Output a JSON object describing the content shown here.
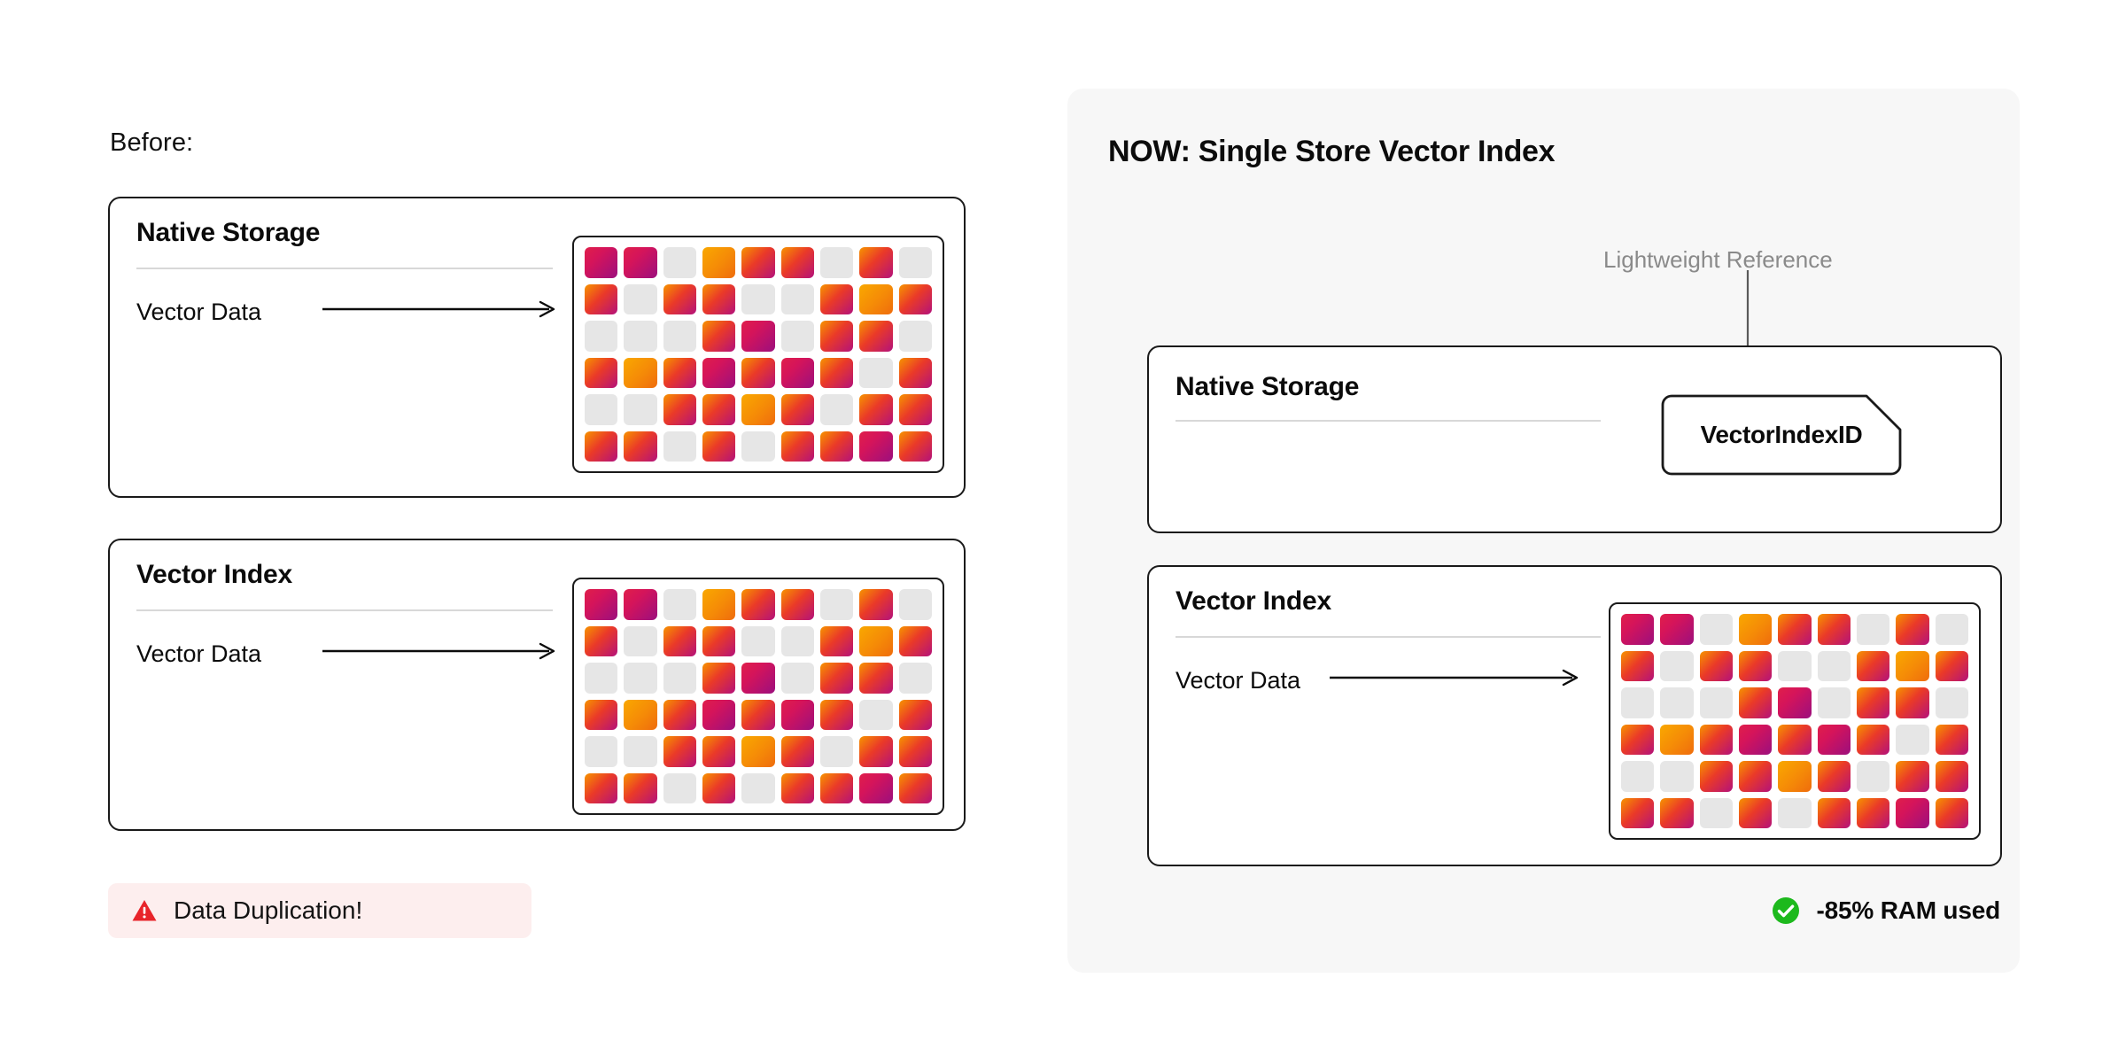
{
  "before": {
    "label": "Before:",
    "cards": [
      {
        "title": "Native Storage",
        "row_label": "Vector Data"
      },
      {
        "title": "Vector Index",
        "row_label": "Vector Data"
      }
    ],
    "badge": {
      "icon": "warning-triangle-icon",
      "text": "Data Duplication!",
      "bg": "#fdeeee",
      "icon_color": "#e8242a"
    }
  },
  "now": {
    "title": "NOW: Single Store Vector Index",
    "annotation": "Lightweight Reference",
    "panel_bg": "#f7f7f7",
    "cards": [
      {
        "title": "Native Storage",
        "row_label": ""
      },
      {
        "title": "Vector Index",
        "row_label": "Vector Data"
      }
    ],
    "tag": {
      "label": "VectorIndexID"
    },
    "badge": {
      "icon": "check-circle-icon",
      "text": "-85% RAM used",
      "icon_color": "#1db91d"
    }
  },
  "colors": {
    "crimson": "#d5145a",
    "orange": "#f58a07",
    "redorange": "#ea3a28",
    "empty": "#e6e6e6",
    "border": "#1a1a1a",
    "divider": "#d8d8d8",
    "muted_text": "#8a8a8a"
  },
  "grid": {
    "columns": 9,
    "rows": 6,
    "legend": {
      "0": "empty",
      "1": "crimson",
      "2": "orange",
      "3": "redorange"
    },
    "pattern": [
      [
        1,
        1,
        0,
        2,
        3,
        3,
        0,
        3,
        0
      ],
      [
        3,
        0,
        3,
        3,
        0,
        0,
        3,
        2,
        3
      ],
      [
        0,
        0,
        0,
        3,
        1,
        0,
        3,
        3,
        0
      ],
      [
        3,
        2,
        3,
        1,
        3,
        1,
        3,
        0,
        3
      ],
      [
        0,
        0,
        3,
        3,
        2,
        3,
        0,
        3,
        3
      ],
      [
        3,
        3,
        0,
        3,
        0,
        3,
        3,
        1,
        3
      ]
    ]
  }
}
